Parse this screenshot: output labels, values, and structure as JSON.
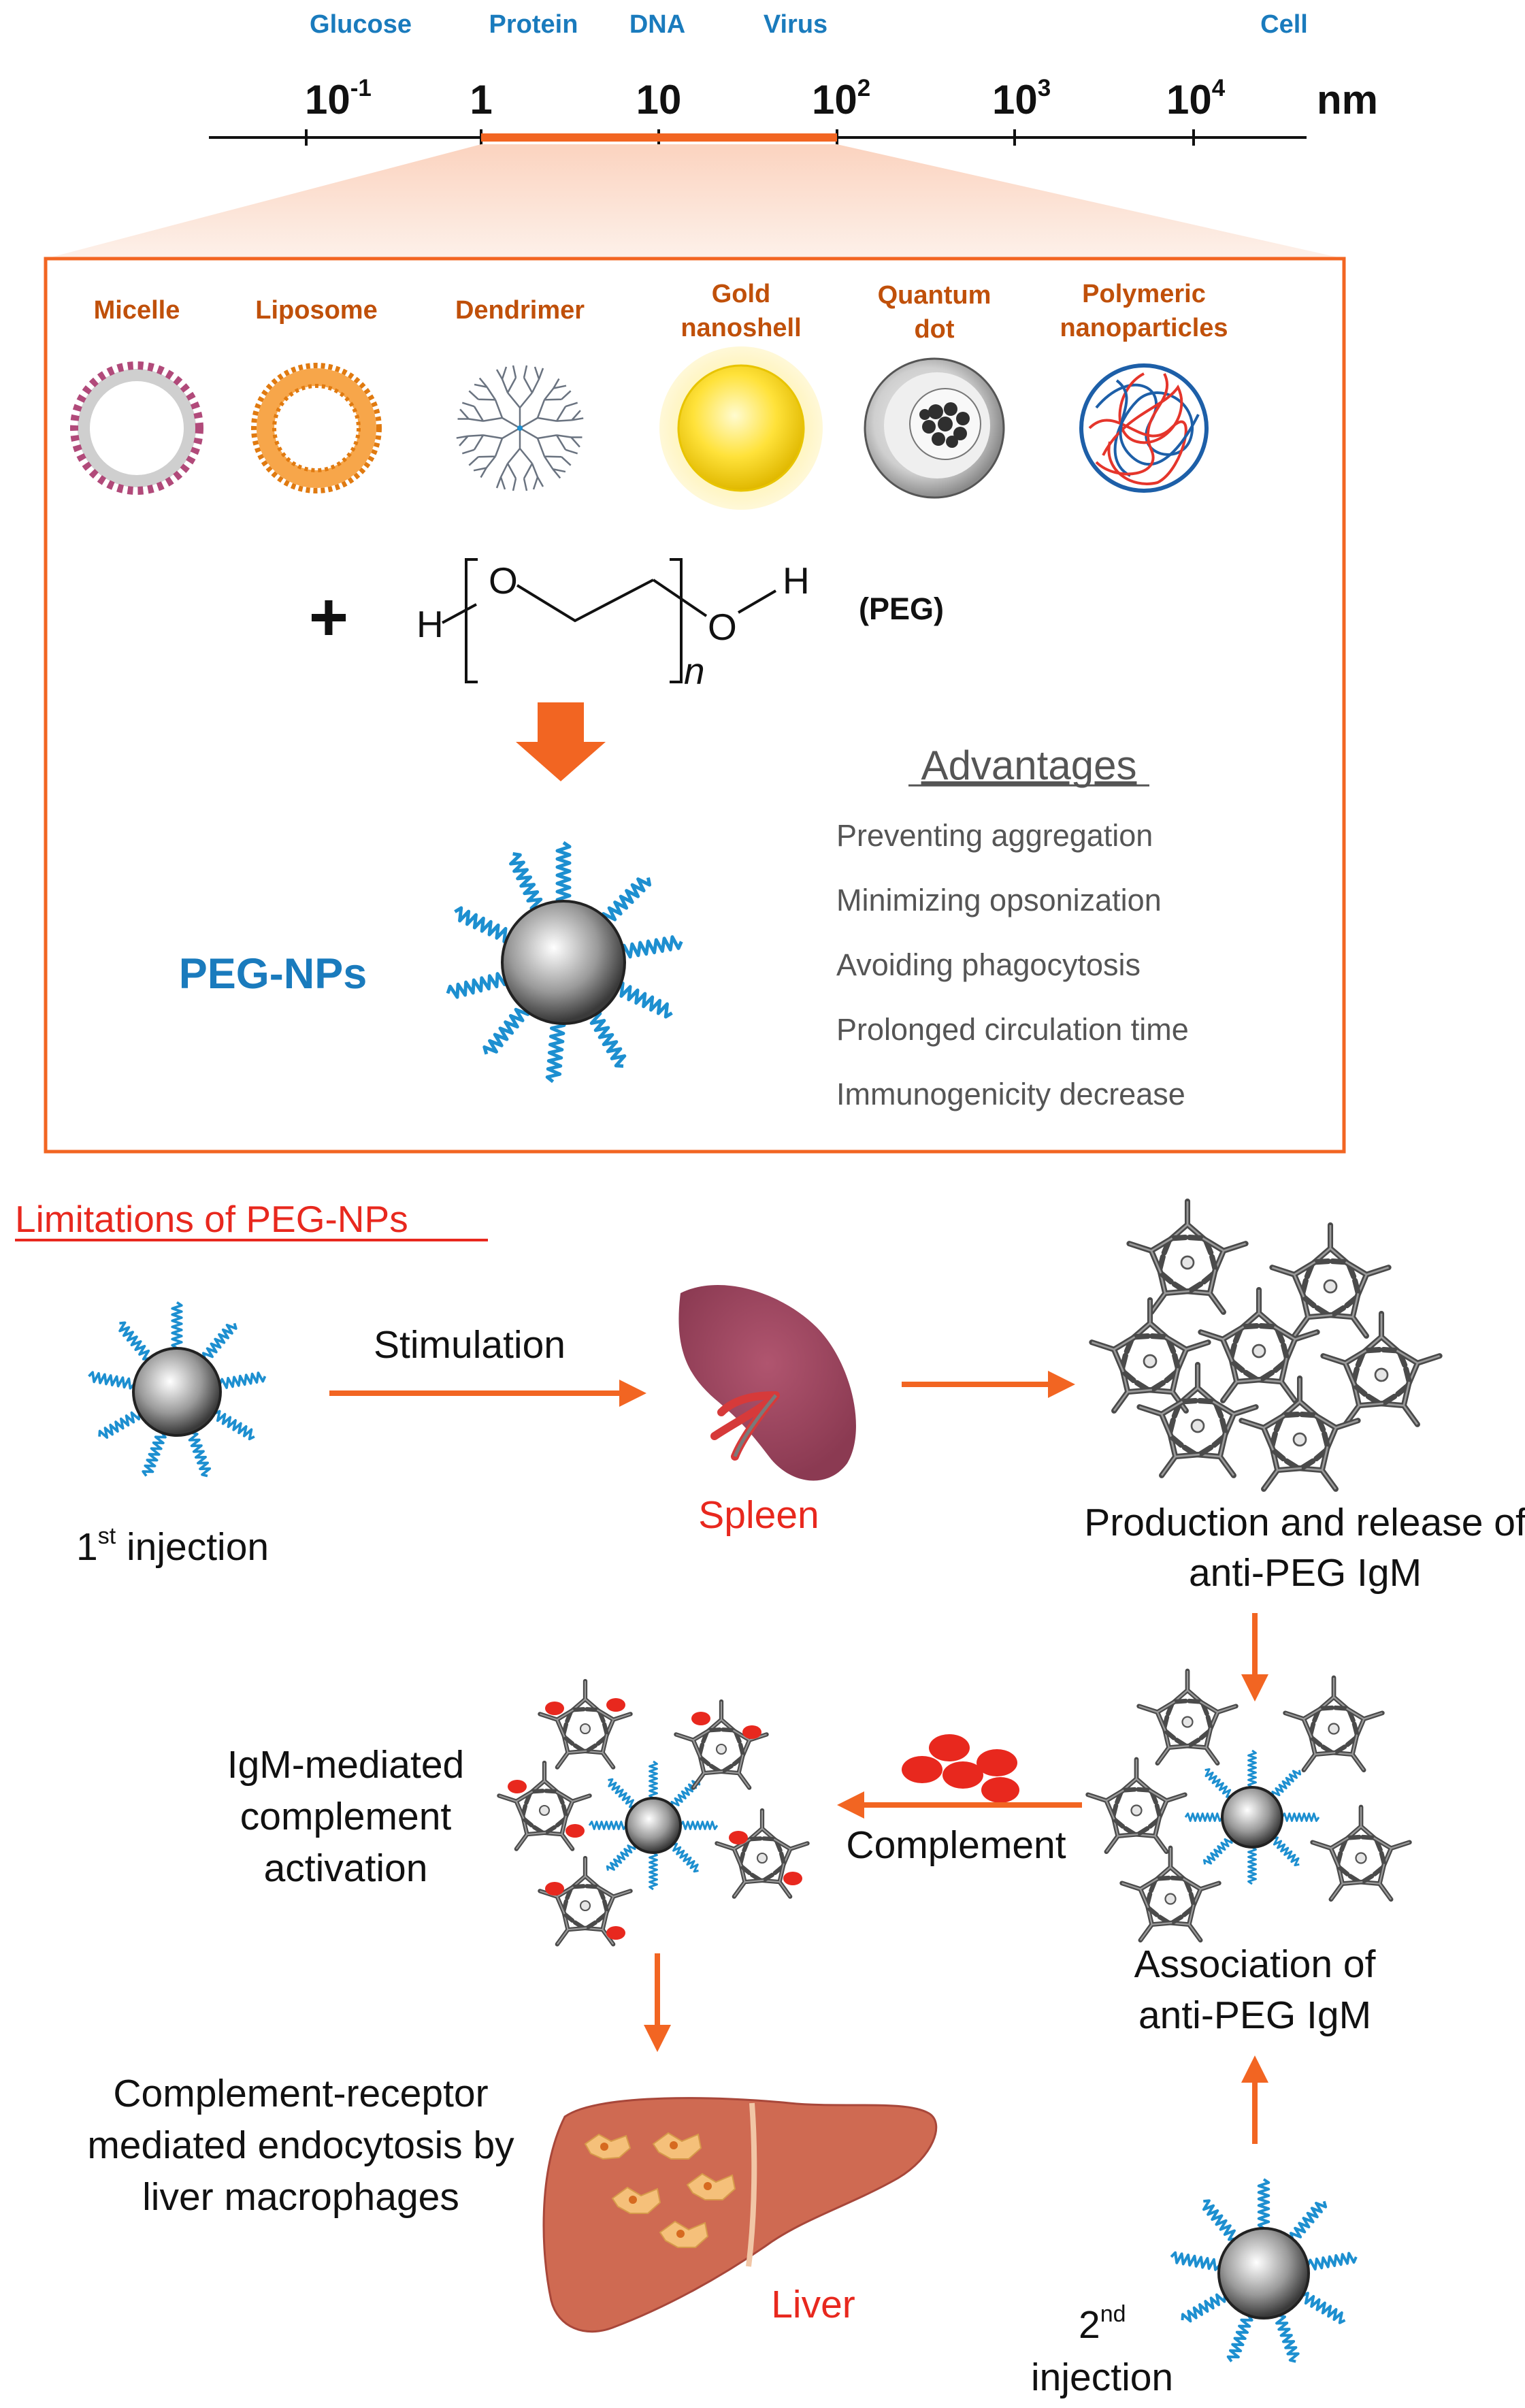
{
  "scale": {
    "unit": "nm",
    "categories": [
      "Glucose",
      "Protein",
      "DNA",
      "Virus",
      "Cell"
    ],
    "ticks": [
      {
        "base": "10",
        "exp": "-1"
      },
      {
        "base": "1",
        "exp": ""
      },
      {
        "base": "10",
        "exp": ""
      },
      {
        "base": "10",
        "exp": "2"
      },
      {
        "base": "10",
        "exp": "3"
      },
      {
        "base": "10",
        "exp": "4"
      }
    ],
    "highlight_range": [
      "1",
      "10^2"
    ]
  },
  "nanoparticles": {
    "micelle": "Micelle",
    "liposome": "Liposome",
    "dendrimer": "Dendrimer",
    "gold_line1": "Gold",
    "gold_line2": "nanoshell",
    "qd_line1": "Quantum",
    "qd_line2": "dot",
    "poly_line1": "Polymeric",
    "poly_line2": "nanoparticles"
  },
  "peg_formula": {
    "plus": "+",
    "h_left": "H",
    "o_left": "O",
    "o_right": "O",
    "h_right": "H",
    "subscript": "n",
    "label": "(PEG)"
  },
  "peg_nps": "PEG-NPs",
  "advantages": {
    "title": "Advantages",
    "items": [
      "Preventing aggregation",
      "Minimizing opsonization",
      "Avoiding phagocytosis",
      "Prolonged circulation time",
      "Immunogenicity decrease"
    ]
  },
  "limitations": {
    "title": "Limitations of PEG-NPs",
    "first_injection_pre": "1",
    "first_injection_sup": "st",
    "first_injection_post": " injection",
    "stimulation": "Stimulation",
    "spleen": "Spleen",
    "production_line1": "Production and release of",
    "production_line2": "anti-PEG IgM",
    "association_line1": "Association of",
    "association_line2": "anti-PEG IgM",
    "complement": "Complement",
    "igm_line1": "IgM-mediated",
    "igm_line2": "complement",
    "igm_line3": "activation",
    "endo_line1": "Complement-receptor",
    "endo_line2": "mediated endocytosis by",
    "endo_line3": "liver macrophages",
    "liver": "Liver",
    "second_injection_pre": "2",
    "second_injection_sup": "nd",
    "second_injection_post": "injection"
  },
  "colors": {
    "accent_orange": "#f26522",
    "label_blue": "#1a7bbd",
    "label_orange": "#c0500a",
    "limitation_red": "#e8281e"
  }
}
